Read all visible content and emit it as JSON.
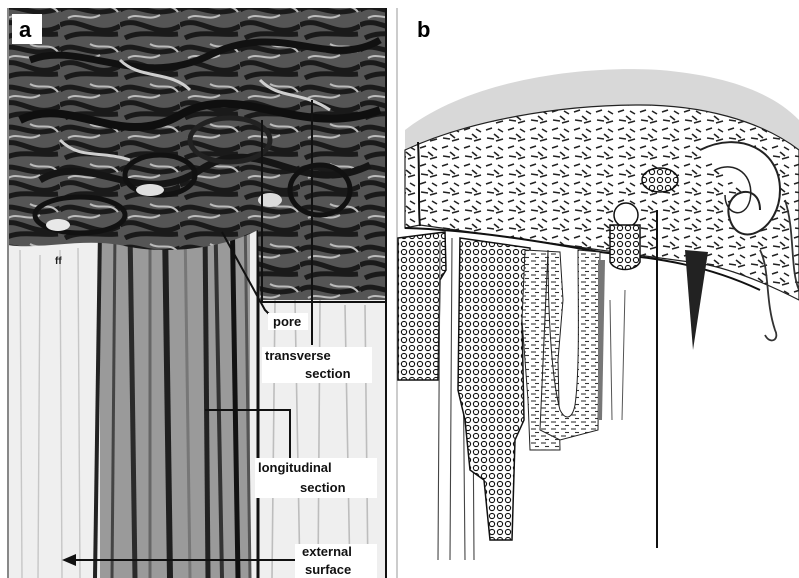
{
  "panels": [
    {
      "letter": "a"
    },
    {
      "letter": "b"
    }
  ],
  "labels": {
    "ff": "ff",
    "pore": "pore",
    "transverse_1": "transverse",
    "transverse_2": "section",
    "longitudinal_1": "longitudinal",
    "longitudinal_2": "section",
    "external_1": "external",
    "external_2": "surface"
  },
  "colors": {
    "ink": "#1a1a1a",
    "paper": "#ffffff",
    "cortex_b": "#d8d8d8",
    "panel_a_bg": "#efefef"
  }
}
